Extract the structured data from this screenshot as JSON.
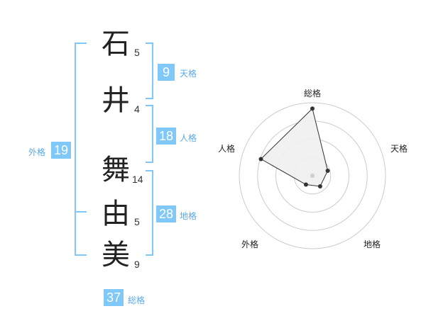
{
  "name": {
    "surname": [
      {
        "char": "石",
        "strokes": "5"
      },
      {
        "char": "井",
        "strokes": "4"
      }
    ],
    "given": [
      {
        "char": "舞",
        "strokes": "14"
      },
      {
        "char": "由",
        "strokes": "5"
      },
      {
        "char": "美",
        "strokes": "9"
      }
    ]
  },
  "fortunes": {
    "tenkaku": {
      "value": "9",
      "label": "天格"
    },
    "jinkaku": {
      "value": "18",
      "label": "人格"
    },
    "chikaku": {
      "value": "28",
      "label": "地格"
    },
    "gaikaku": {
      "value": "19",
      "label": "外格"
    },
    "soukaku": {
      "value": "37",
      "label": "総格"
    }
  },
  "chart_data": {
    "type": "radar",
    "axes": [
      "総格",
      "天格",
      "地格",
      "外格",
      "人格"
    ],
    "values": [
      0.92,
      0.22,
      0.18,
      0.15,
      0.74
    ],
    "rings": 4,
    "range": [
      0,
      1
    ]
  },
  "colors": {
    "accent": "#7fc8f8",
    "label": "#5aa9e6",
    "polygon_fill": "#f0f0f0",
    "polygon_stroke": "#333333",
    "ring": "#cccccc"
  }
}
